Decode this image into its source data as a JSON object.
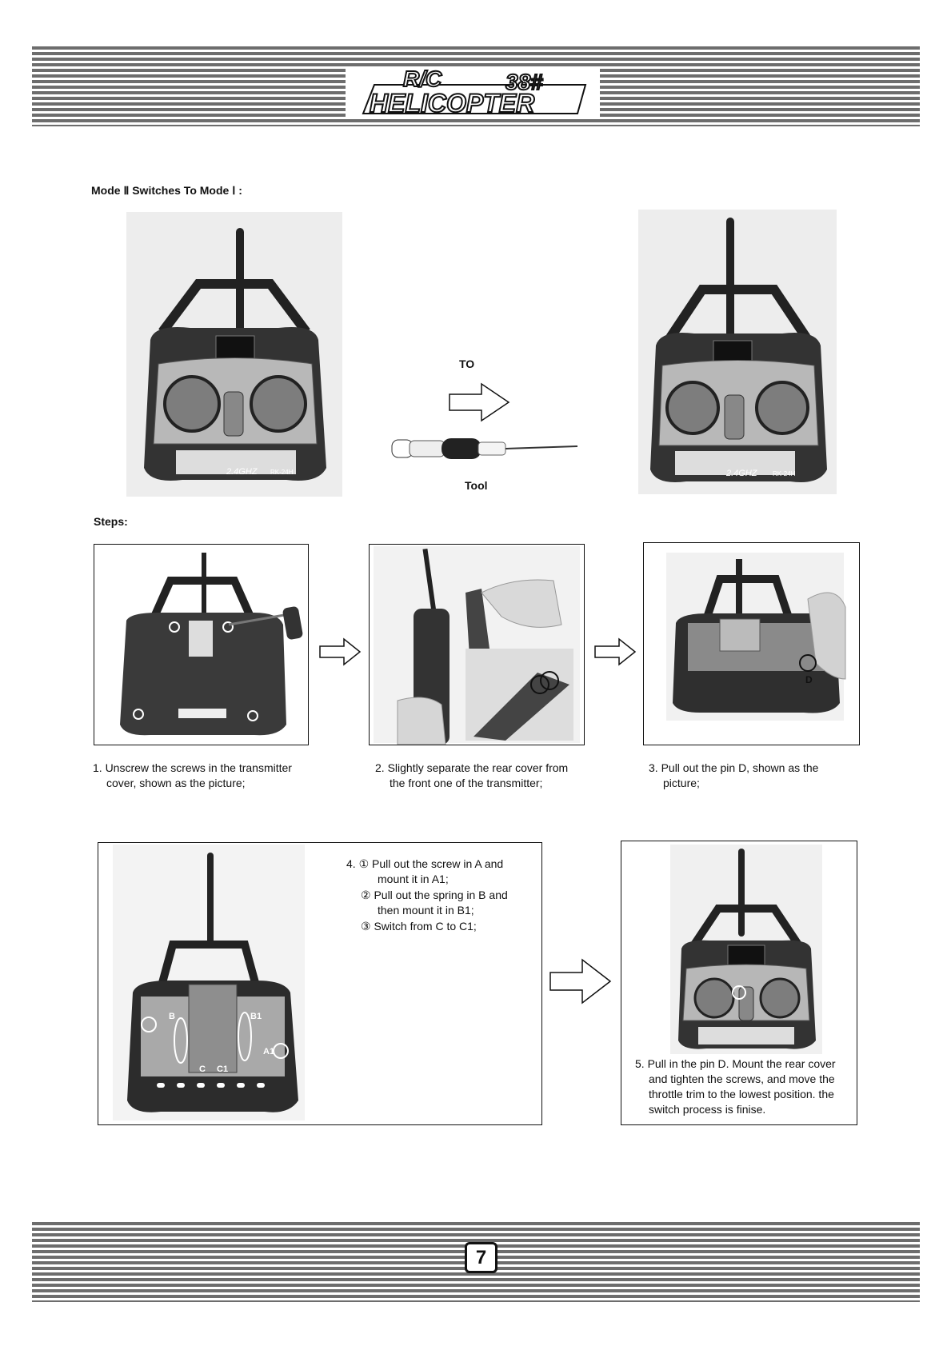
{
  "header": {
    "logo_line1": "R/C",
    "logo_number": "38#",
    "logo_line2": "HELICOPTER"
  },
  "section_title": "Mode Ⅱ Switches To Mode Ⅰ :",
  "overview": {
    "to_label": "TO",
    "tool_label": "Tool",
    "transmitter_model": "RK-24H",
    "transmitter_band": "2.4GHZ"
  },
  "steps_title": "Steps:",
  "steps": [
    {
      "lines": [
        "1. Unscrew the screws in the transmitter",
        "cover, shown as the picture;"
      ]
    },
    {
      "lines": [
        "2. Slightly separate the rear cover from",
        "the front one of the transmitter;"
      ]
    },
    {
      "lines": [
        "3. Pull out the pin D, shown as the",
        "picture;"
      ],
      "marker": "D"
    },
    {
      "lines": [
        "4. ① Pull out the screw in A and",
        "mount it in A1;",
        "② Pull out the spring in B and",
        "then mount it in B1;",
        "③ Switch from C to C1;"
      ],
      "markers": [
        "B",
        "B1",
        "A1",
        "C",
        "C1"
      ]
    },
    {
      "lines": [
        "5. Pull in the pin D. Mount the rear cover",
        "and tighten the screws, and move the",
        "throttle trim to the lowest position. the",
        "switch process is finise."
      ]
    }
  ],
  "page_number": "7"
}
